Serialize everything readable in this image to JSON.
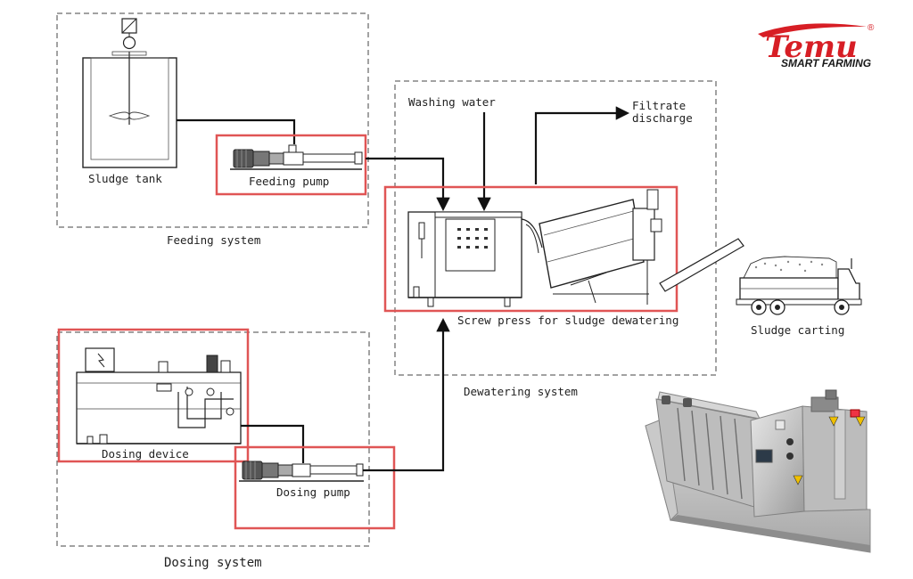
{
  "brand": {
    "name": "Temu",
    "tagline": "SMART FARMING",
    "registered": "®",
    "color": "#d71e25"
  },
  "systems": {
    "feeding": "Feeding system",
    "dewatering": "Dewatering system",
    "dosing": "Dosing system"
  },
  "components": {
    "sludge_tank": "Sludge tank",
    "feeding_pump": "Feeding pump",
    "screw_press": "Screw press for sludge dewatering",
    "sludge_carting": "Sludge carting",
    "dosing_device": "Dosing device",
    "dosing_pump": "Dosing pump"
  },
  "flows": {
    "washing_water": "Washing water",
    "filtrate_line1": "Filtrate",
    "filtrate_line2": "discharge"
  },
  "colors": {
    "highlight": "#e05555",
    "line": "#111111",
    "dashed": "#444444"
  }
}
